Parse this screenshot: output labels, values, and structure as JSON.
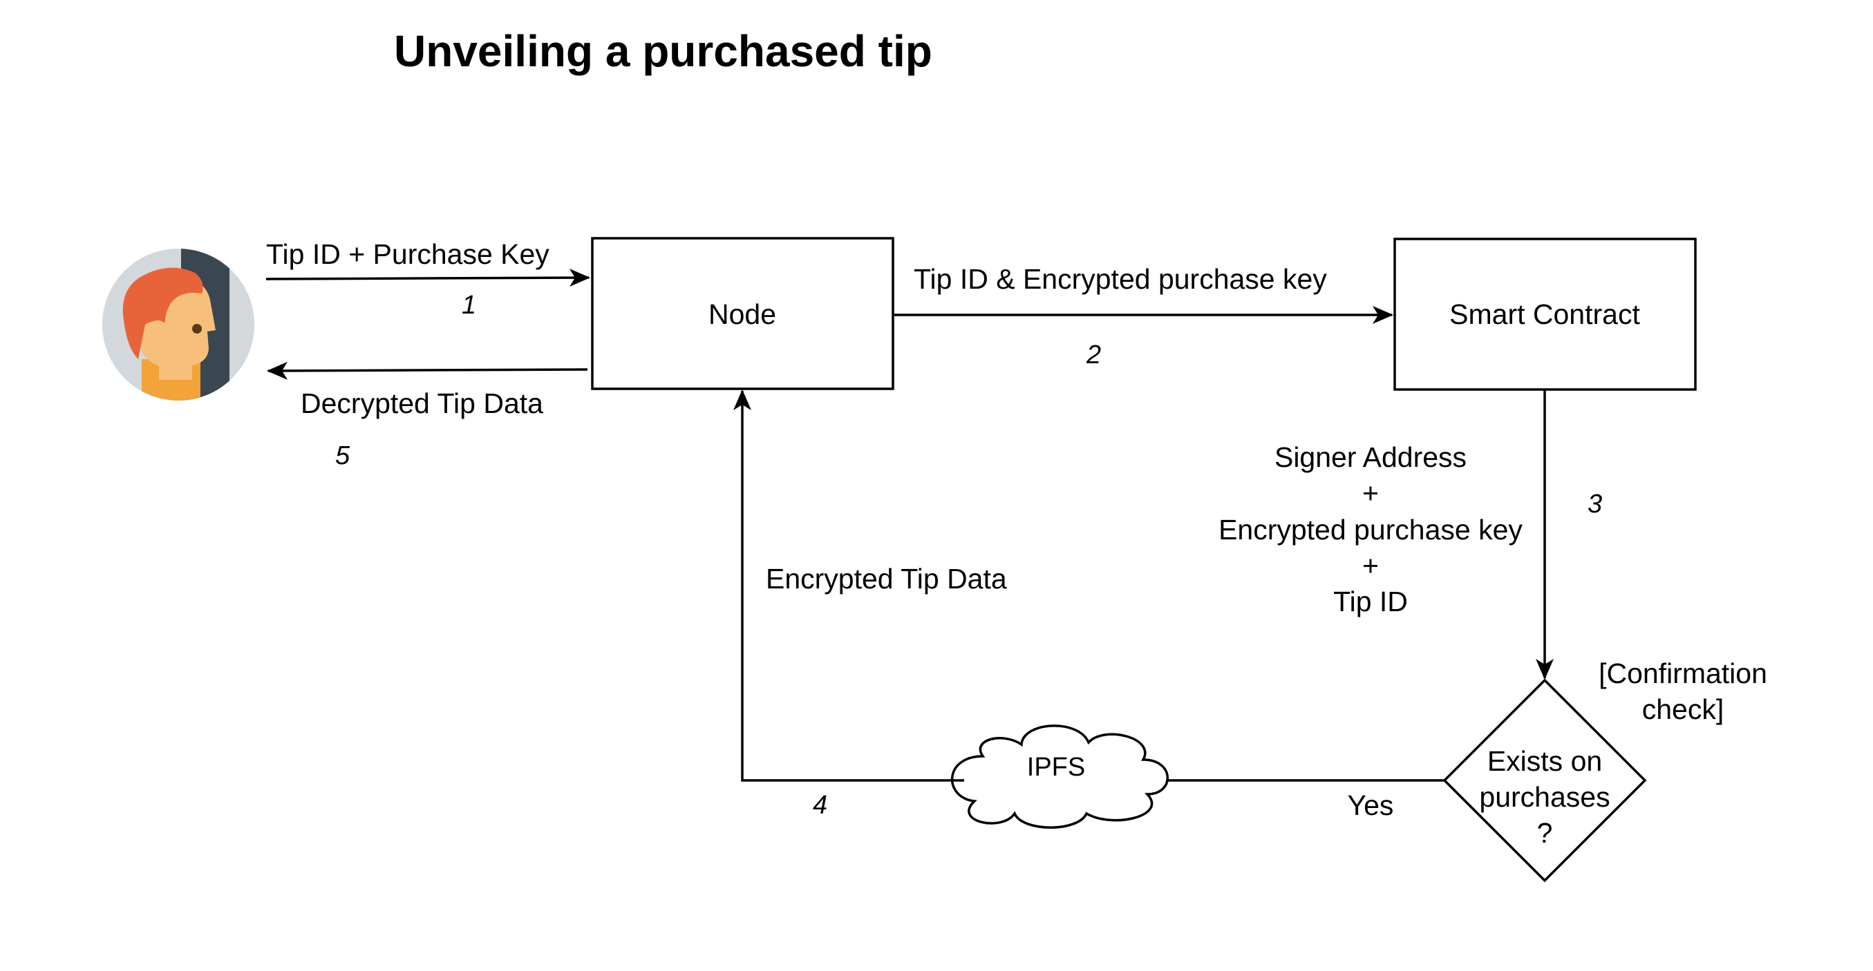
{
  "title": "Unveiling a purchased tip",
  "actor": {
    "icon": "user-avatar-icon",
    "colors": {
      "background": "#d3d8dc",
      "hair": "#e8633a",
      "skin": "#f6c07a",
      "shirt": "#f2a33a",
      "door": "#3a4750"
    }
  },
  "nodes": {
    "node": "Node",
    "smart_contract": "Smart Contract",
    "ipfs": "IPFS",
    "decision": {
      "line1": "Exists on",
      "line2": "purchases",
      "line3": "?"
    }
  },
  "edges": {
    "e1": {
      "label": "Tip ID + Purchase Key",
      "step": "1"
    },
    "e2": {
      "label": "Tip ID & Encrypted purchase key",
      "step": "2"
    },
    "e3": {
      "lines": [
        "Signer Address",
        "+",
        "Encrypted purchase key",
        "+",
        "Tip ID"
      ],
      "step": "3"
    },
    "e4": {
      "label": "Encrypted Tip Data",
      "step": "4"
    },
    "e5": {
      "label": "Decrypted Tip Data",
      "step": "5"
    },
    "yes": "Yes"
  },
  "annotation": {
    "line1": "[Confirmation",
    "line2": "check]"
  }
}
